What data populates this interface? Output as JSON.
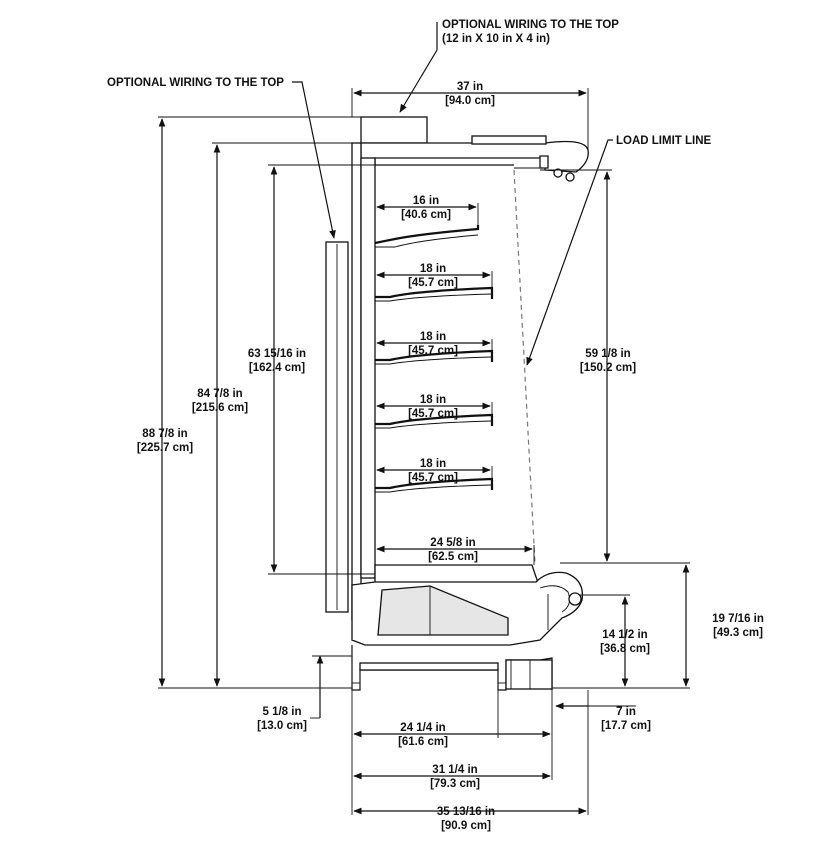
{
  "callouts": {
    "wiring_top_right_1": "OPTIONAL WIRING TO THE TOP",
    "wiring_top_right_2": "(12 in X 10 in X 4 in)",
    "wiring_top_left": "OPTIONAL WIRING TO THE TOP",
    "load_limit": "LOAD LIMIT LINE"
  },
  "dimensions": {
    "top_width": [
      "37 in",
      "[94.0 cm]"
    ],
    "overall_height": [
      "88 7/8 in",
      "[225.7 cm]"
    ],
    "height_84": [
      "84 7/8 in",
      "[215.6 cm]"
    ],
    "interior_height": [
      "63 15/16 in",
      "[162.4 cm]"
    ],
    "load_height": [
      "59 1/8 in",
      "[150.2 cm]"
    ],
    "shelf_1": [
      "16 in",
      "[40.6 cm]"
    ],
    "shelf_2": [
      "18 in",
      "[45.7 cm]"
    ],
    "shelf_3": [
      "18 in",
      "[45.7 cm]"
    ],
    "shelf_4": [
      "18 in",
      "[45.7 cm]"
    ],
    "shelf_5": [
      "18 in",
      "[45.7 cm]"
    ],
    "deck": [
      "24 5/8 in",
      "[62.5 cm]"
    ],
    "front_height_total": [
      "19 7/16 in",
      "[49.3 cm]"
    ],
    "front_height_bumper": [
      "14 1/2 in",
      "[36.8 cm]"
    ],
    "base_height": [
      "5 1/8 in",
      "[13.0 cm]"
    ],
    "front_overhang": [
      "7 in",
      "[17.7 cm]"
    ],
    "base_depth_1": [
      "24 1/4 in",
      "[61.6 cm]"
    ],
    "base_depth_2": [
      "31 1/4 in",
      "[79.3 cm]"
    ],
    "overall_depth": [
      "35 13/16 in",
      "[90.9 cm]"
    ]
  }
}
